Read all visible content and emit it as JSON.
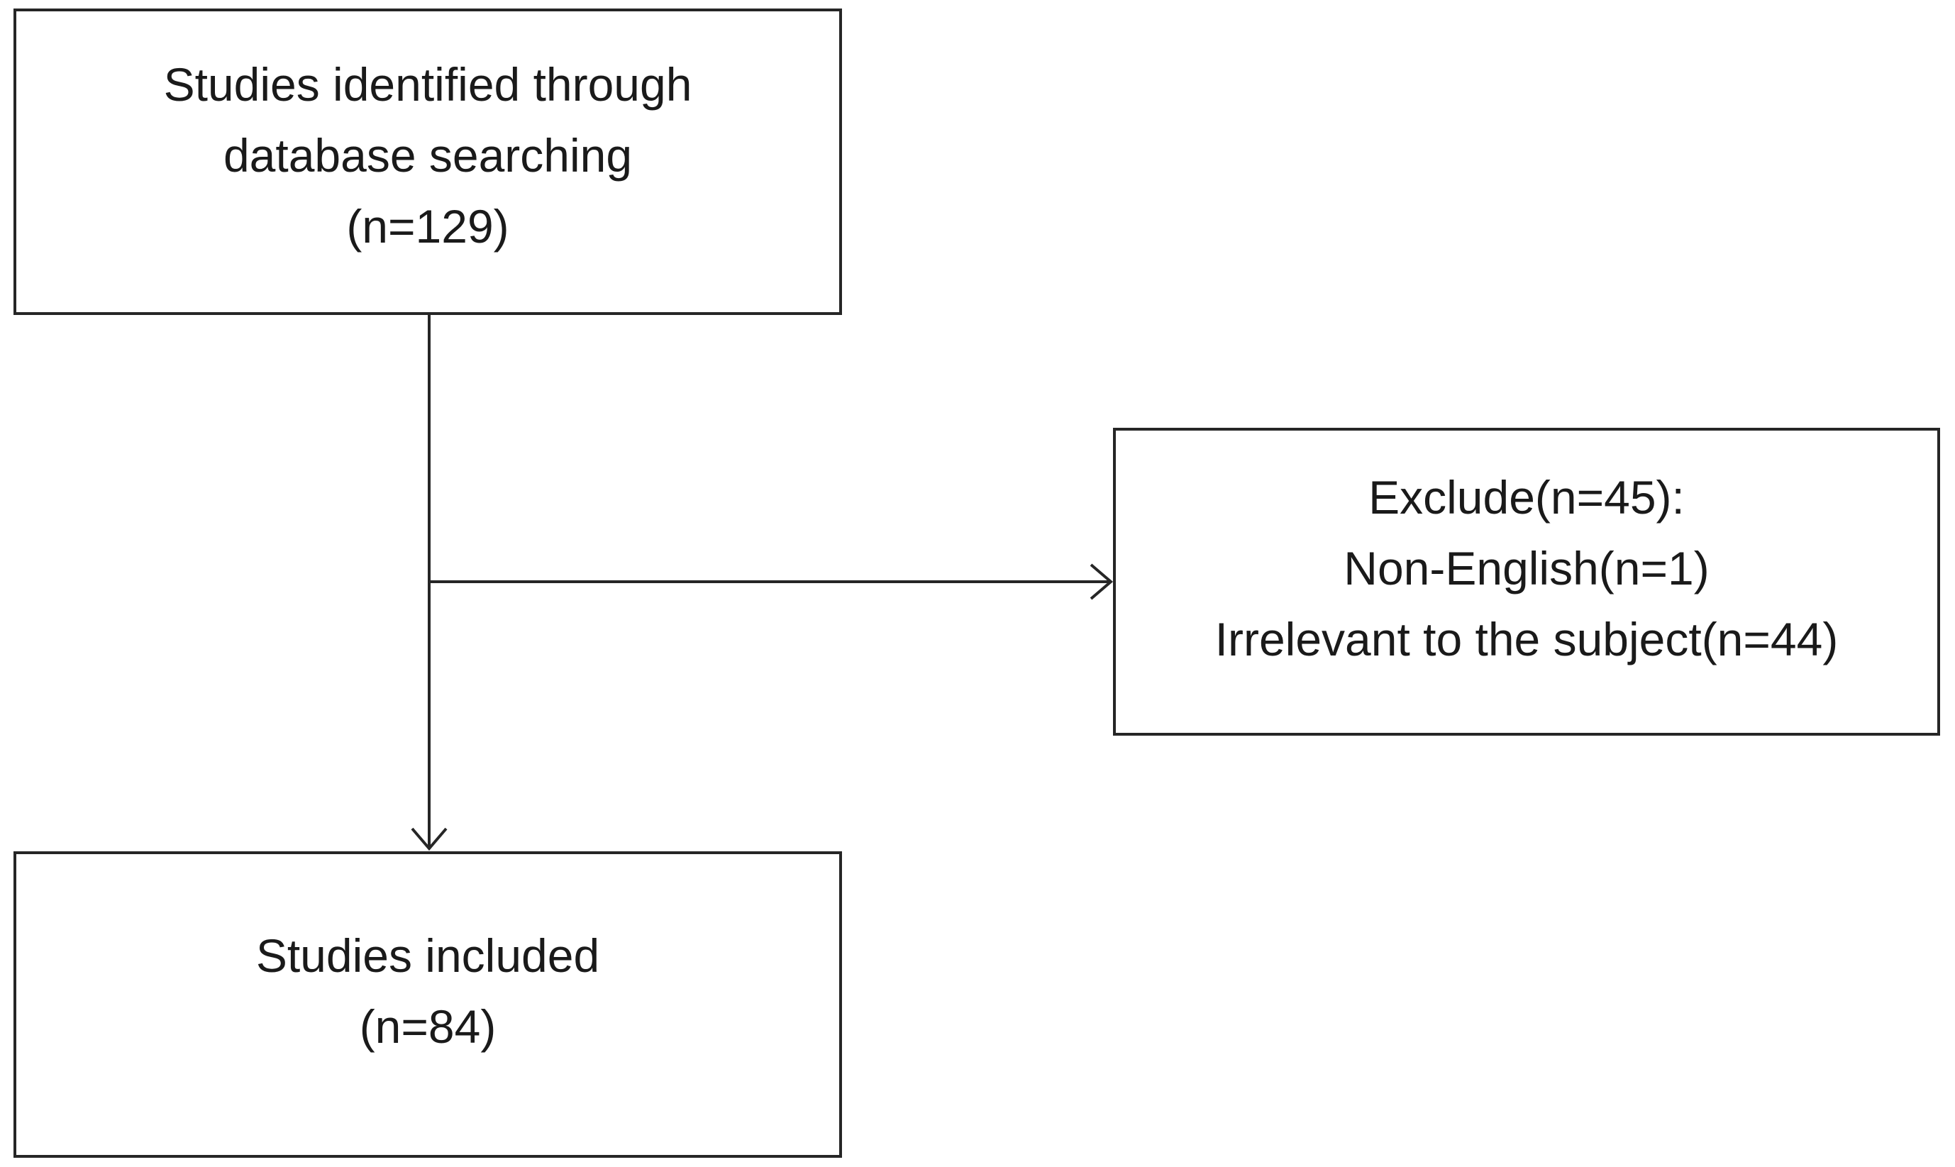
{
  "diagram": {
    "type": "flowchart",
    "nodes": {
      "identified": {
        "lines": [
          "Studies identified through",
          "database searching",
          "(n=129)"
        ]
      },
      "exclude": {
        "lines": [
          "Exclude(n=45):",
          "Non-English(n=1)",
          "Irrelevant to the subject(n=44)"
        ]
      },
      "included": {
        "lines": [
          "Studies included",
          "(n=84)"
        ]
      }
    },
    "edges": [
      {
        "from": "identified",
        "to": "included"
      },
      {
        "from": "identified",
        "to": "exclude"
      }
    ],
    "colors": {
      "line": "#262626",
      "text": "#1a1a1a",
      "background": "#ffffff"
    }
  }
}
